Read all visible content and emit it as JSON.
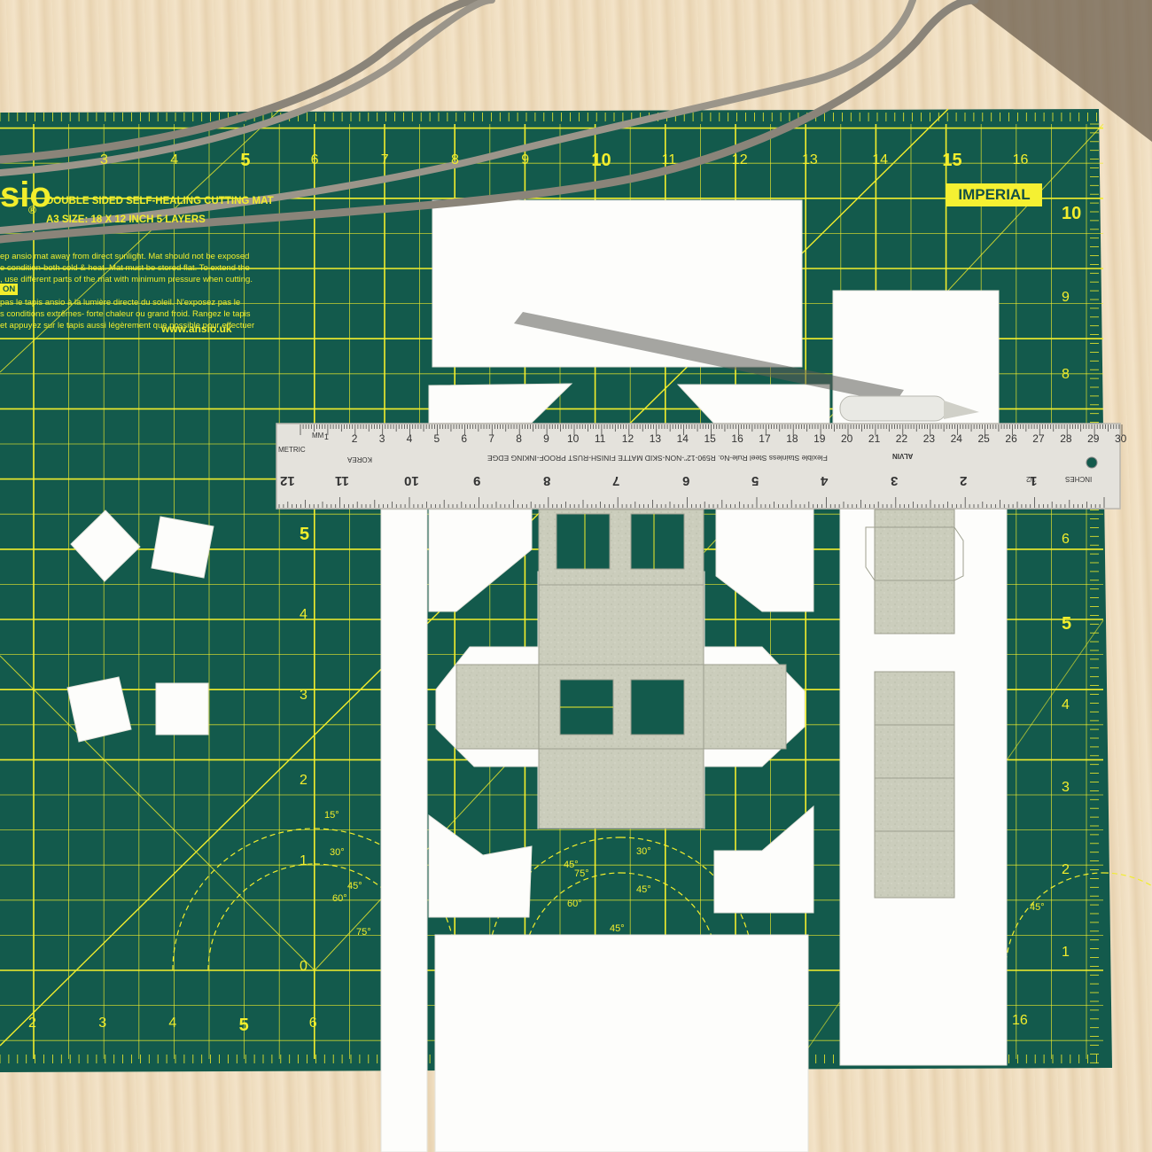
{
  "mat": {
    "brand": "sio",
    "brand_mark": "®",
    "title": "DOUBLE SIDED SELF-HEALING CUTTING MAT",
    "size_line": "A3 SIZE: 18 X 12 INCH   5 LAYERS",
    "badge": "IMPERIAL",
    "website": "www.ansio.uk",
    "caution_en": [
      "ep ansio mat away from direct sunlight. Mat should not be exposed",
      "e condition-both cold & heat. Mat must be stored flat. To extend the",
      ", use different parts of the mat with minimum pressure when cutting."
    ],
    "caution_tag": "ON",
    "caution_fr": [
      "pas le tapis ansio à la lumière directe du soleil. N'exposez pas le",
      "s conditions extrêmes- forte chaleur ou grand froid. Rangez le tapis",
      "et appuyez sur le tapis aussi légèrement que possible pour effectuer"
    ],
    "top_numbers": [
      "3",
      "4",
      "5",
      "6",
      "7",
      "8",
      "9",
      "10",
      "11",
      "12",
      "13",
      "14",
      "15",
      "16"
    ],
    "bottom_numbers": [
      "2",
      "3",
      "4",
      "5",
      "6"
    ],
    "bottom_right_number": "16",
    "left_numbers": [
      "5",
      "4",
      "3",
      "2",
      "1",
      "0"
    ],
    "right_numbers": [
      "10",
      "9",
      "8",
      "6",
      "5",
      "4",
      "3",
      "2",
      "1"
    ],
    "angle_labels": [
      "15°",
      "30°",
      "45°",
      "60°",
      "75°",
      "45°",
      "30°",
      "45°",
      "45°",
      "45°",
      "60°",
      "75°"
    ]
  },
  "ruler": {
    "metric_label": "METRIC",
    "mm_label": "MM",
    "metric_numbers": [
      "1",
      "2",
      "3",
      "4",
      "5",
      "6",
      "7",
      "8",
      "9",
      "10",
      "11",
      "12",
      "13",
      "14",
      "15",
      "16",
      "17",
      "18",
      "19",
      "20",
      "21",
      "22",
      "23",
      "24",
      "25",
      "26",
      "27",
      "28",
      "29",
      "30"
    ],
    "inch_numbers": [
      "12",
      "11",
      "10",
      "9",
      "8",
      "7",
      "6",
      "5",
      "4",
      "3",
      "2",
      "1"
    ],
    "print_line": "Flexible Stainless Steel Rule-No. R590-12\"-NON-SKID MATTE FINISH-RUST PROOF-INKING EDGE",
    "origin_label": "KOREA",
    "inches_label": "INCHES",
    "brand_mark": "ALVIN",
    "half_fraction": "1/2"
  },
  "colors": {
    "mat_green": "#135a4c",
    "grid_yellow": "#f2ee2c",
    "paper": "#fdfdfb",
    "card_grey": "#cbcdbc",
    "table_wood": "#eedcbd"
  },
  "icons": [
    "craft-knife-icon",
    "ruler-logo-icon"
  ]
}
